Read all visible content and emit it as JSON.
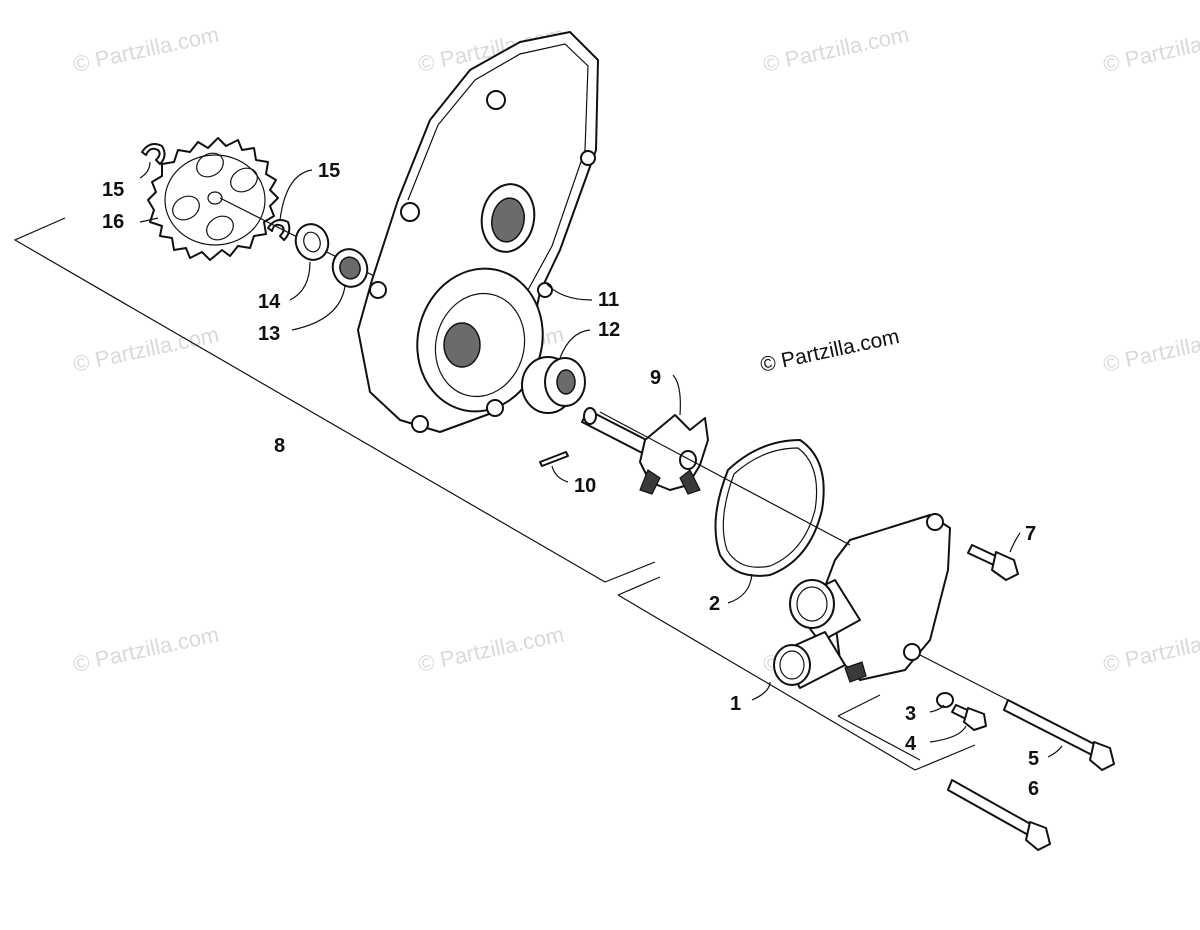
{
  "watermark": "© Partzilla.com",
  "copyright": "© Partzilla.com",
  "labels": {
    "l1": "1",
    "l2": "2",
    "l3": "3",
    "l4": "4",
    "l5": "5",
    "l6": "6",
    "l7": "7",
    "l8": "8",
    "l9": "9",
    "l10": "10",
    "l11": "11",
    "l12": "12",
    "l13": "13",
    "l14": "14",
    "l15a": "15",
    "l15b": "15",
    "l16": "16"
  }
}
